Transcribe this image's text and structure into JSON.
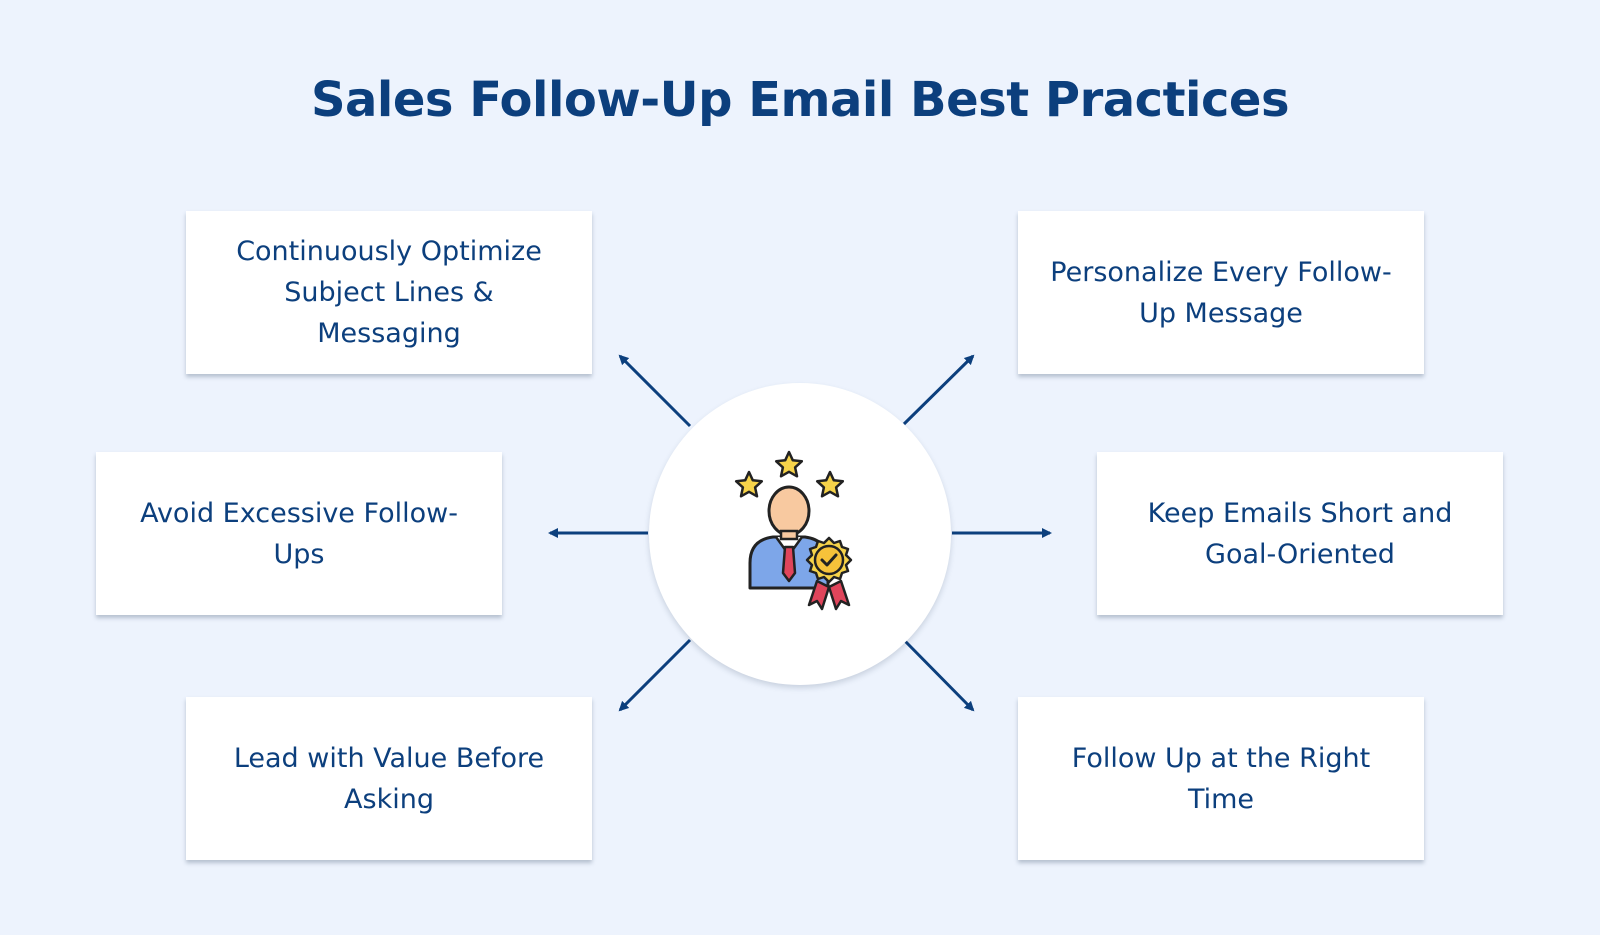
{
  "title": "Sales Follow-Up Email Best Practices",
  "center_icon": "businessman-with-stars-and-award-badge-icon",
  "practices": {
    "top_left": "Continuously Optimize Subject Lines & Messaging",
    "middle_left": "Avoid Excessive Follow-Ups",
    "bottom_left": "Lead with Value Before Asking",
    "top_right": "Personalize Every Follow-Up Message",
    "middle_right": "Keep Emails Short and Goal-Oriented",
    "bottom_right": "Follow Up at the Right Time"
  },
  "colors": {
    "background": "#edf3fd",
    "text": "#0c3f7d",
    "arrow": "#0c3f7d"
  }
}
